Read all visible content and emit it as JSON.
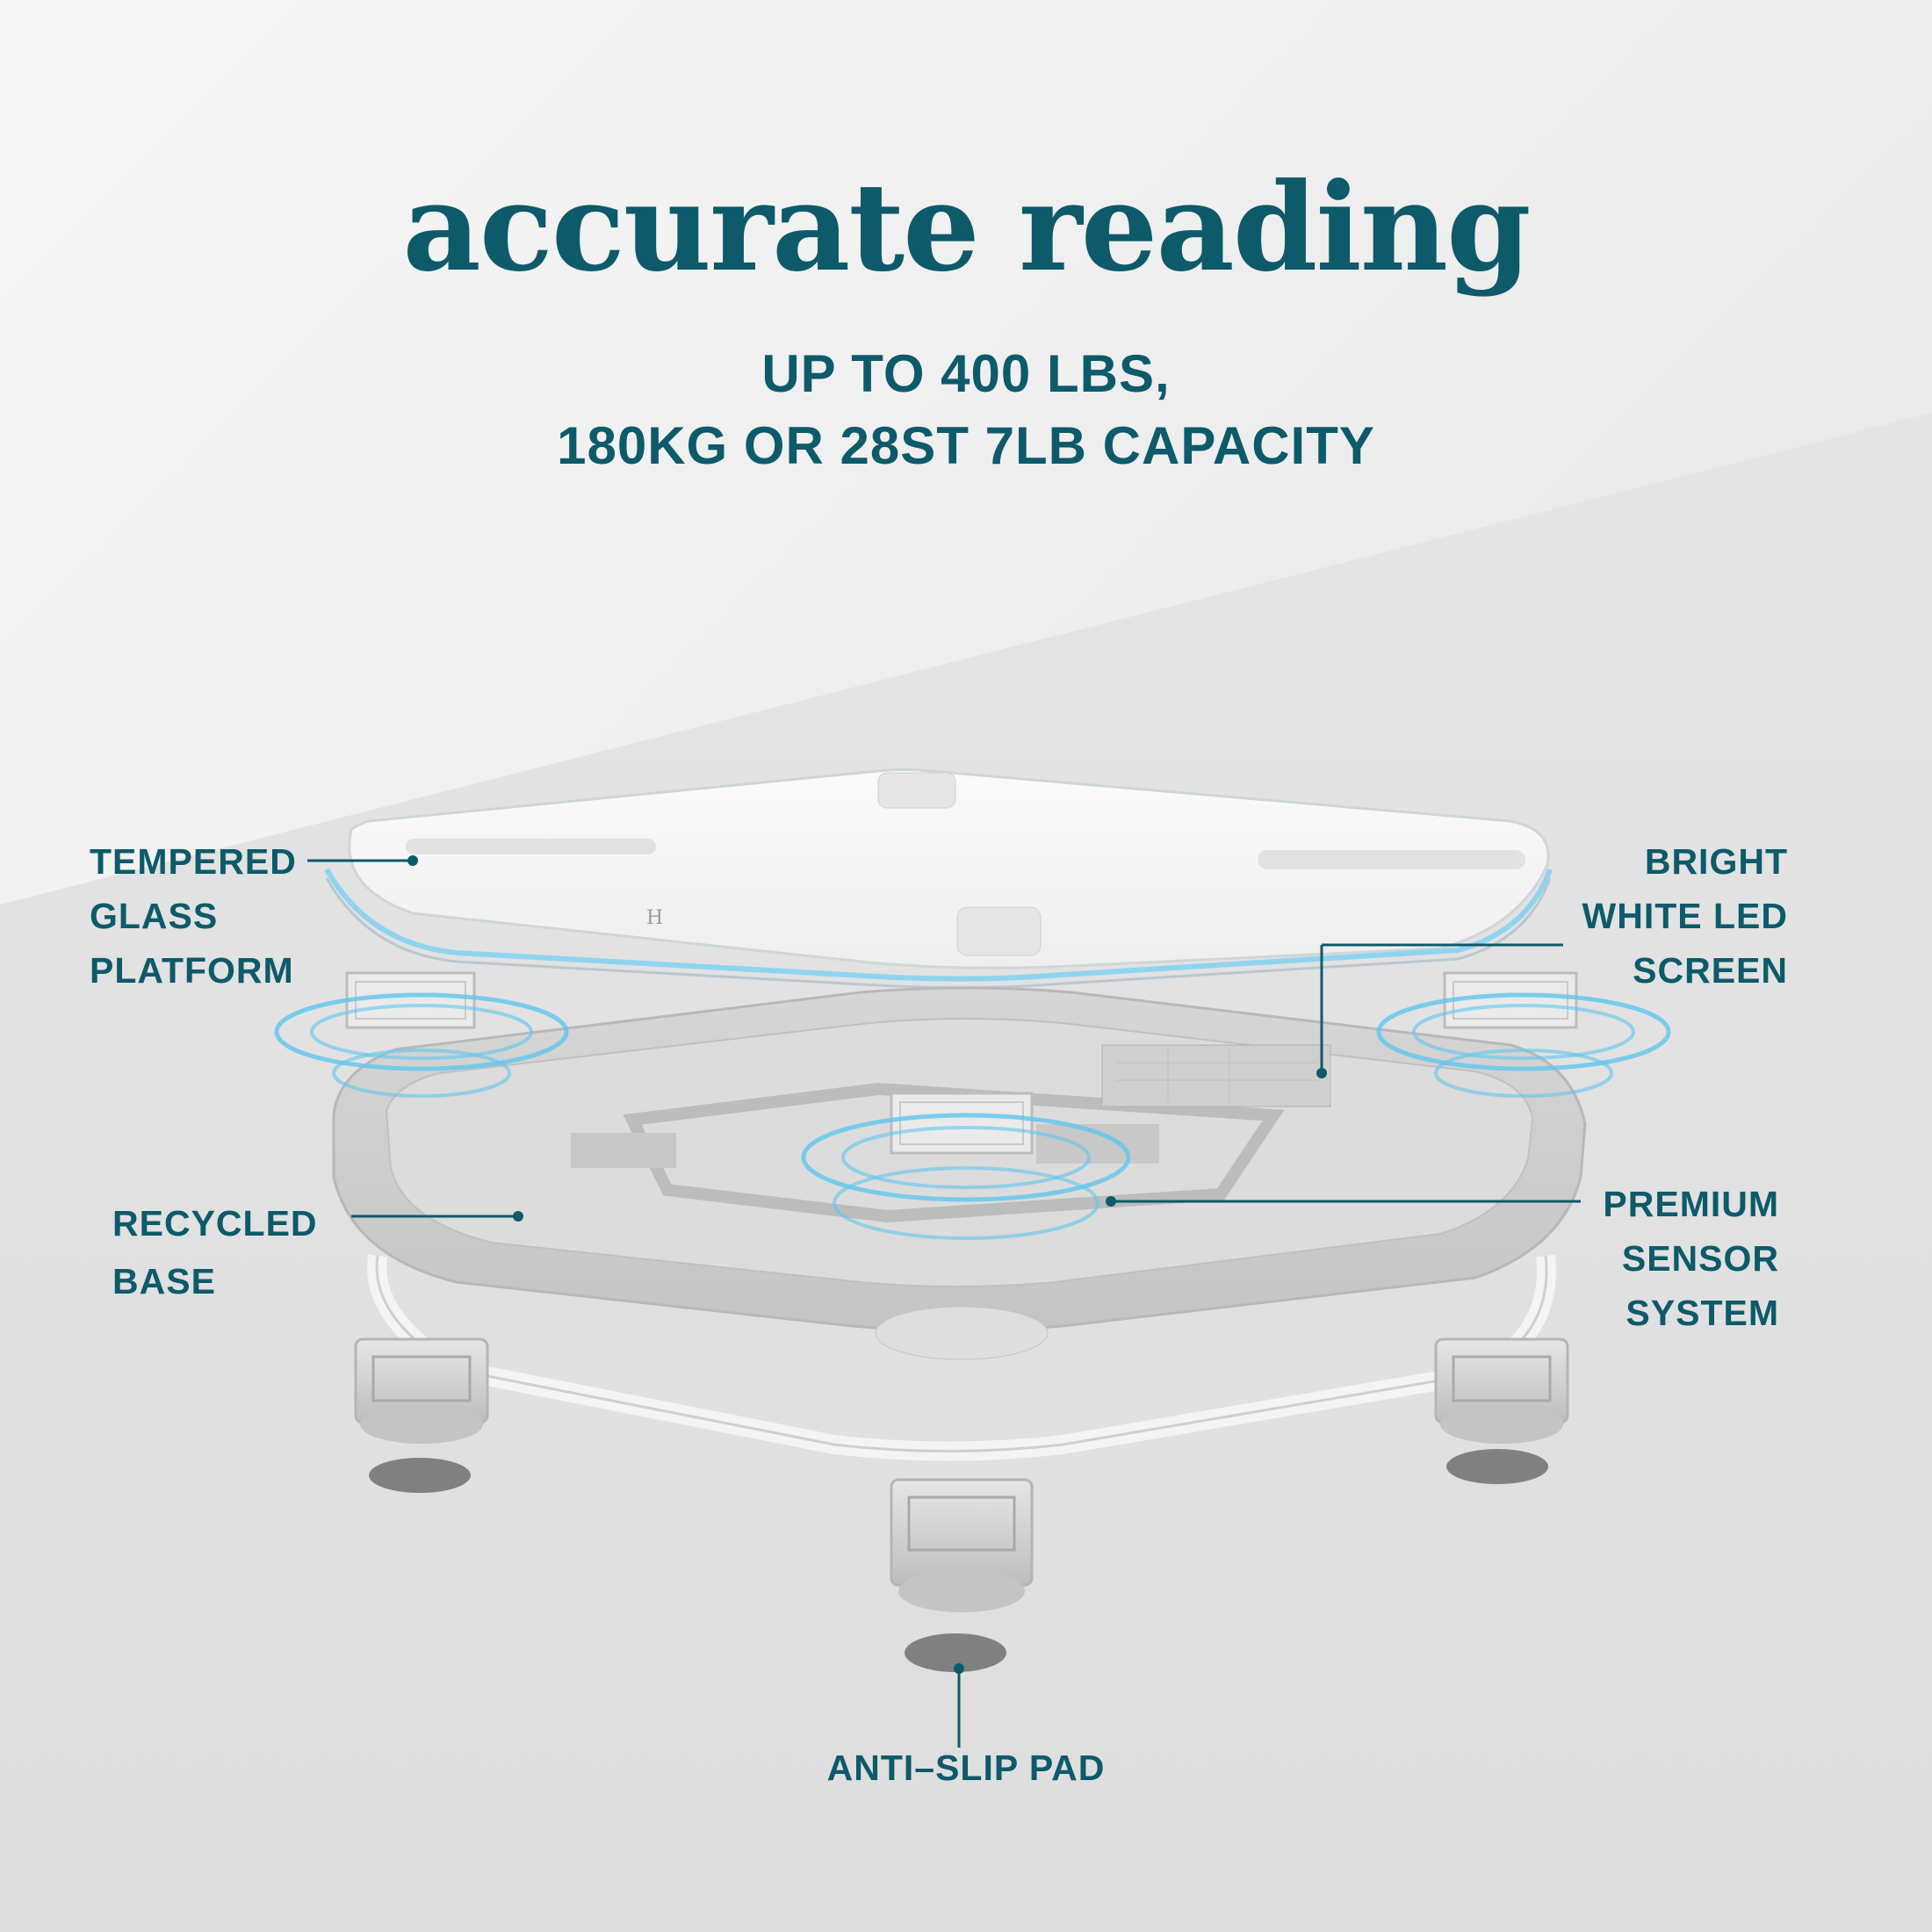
{
  "headline": "accurate reading",
  "subheadline": {
    "line1": "UP TO 400 LBS,",
    "line2": "180KG OR 28ST 7LB CAPACITY"
  },
  "callouts": {
    "tempered_glass": [
      "TEMPERED",
      "GLASS",
      "PLATFORM"
    ],
    "recycled_base": [
      "RECYCLED",
      "BASE"
    ],
    "led_screen": [
      "BRIGHT",
      "WHITE LED",
      "SCREEN"
    ],
    "sensor_system": [
      "PREMIUM",
      "SENSOR",
      "SYSTEM"
    ],
    "anti_slip_pad": "ANTI–SLIP PAD"
  },
  "platform_logo": "H",
  "colors": {
    "brand_teal": "#0d5a6a",
    "sensor_glow": "#5fc6ee",
    "background_light": "#f4f4f4",
    "background_shadow": "#e3e3e3",
    "pad_gray": "#808080"
  },
  "icons": [
    "sensor-ring-icon",
    "callout-dot-icon"
  ]
}
